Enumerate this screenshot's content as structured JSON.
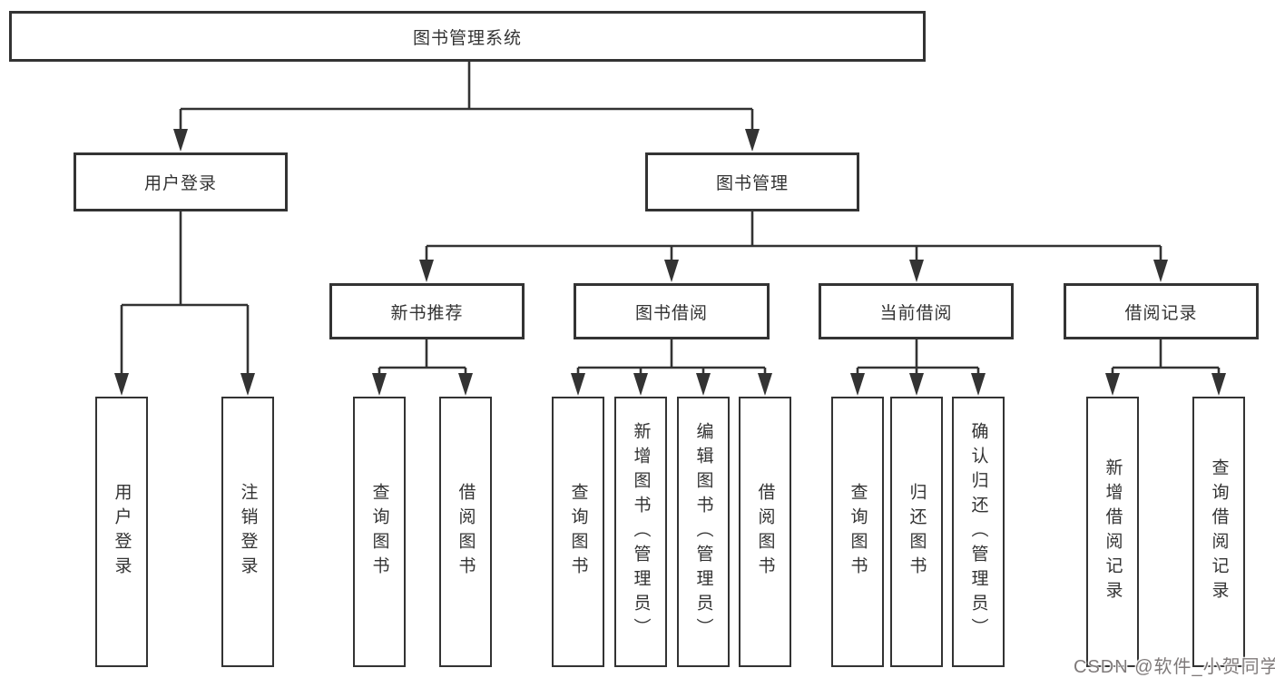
{
  "diagram": {
    "colors": {
      "line": "#333333",
      "box_border": "#333333",
      "box_bg": "#ffffff",
      "text": "#333333",
      "watermark_text": "#7f7a7a"
    },
    "watermark": "CSDN @软件_小贺同学",
    "nodes": {
      "root": {
        "label": "图书管理系统"
      },
      "level1": [
        {
          "label": "用户登录"
        },
        {
          "label": "图书管理"
        }
      ],
      "level2": [
        {
          "label": "新书推荐"
        },
        {
          "label": "图书借阅"
        },
        {
          "label": "当前借阅"
        },
        {
          "label": "借阅记录"
        }
      ],
      "leaves": [
        {
          "label": "用户登录"
        },
        {
          "label": "注销登录"
        },
        {
          "label": "查询图书"
        },
        {
          "label": "借阅图书"
        },
        {
          "label": "查询图书"
        },
        {
          "label": "新增图书（管理员）"
        },
        {
          "label": "编辑图书（管理员）"
        },
        {
          "label": "借阅图书"
        },
        {
          "label": "查询图书"
        },
        {
          "label": "归还图书"
        },
        {
          "label": "确认归还（管理员）"
        },
        {
          "label": "新增借阅记录"
        },
        {
          "label": "查询借阅记录"
        }
      ]
    }
  }
}
